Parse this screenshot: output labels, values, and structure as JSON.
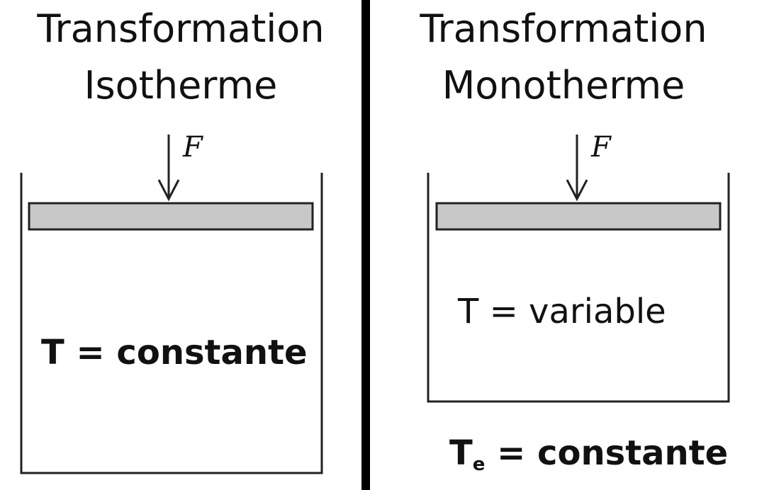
{
  "left": {
    "title_line1": "Transformation",
    "title_line2": "Isotherme",
    "force_label": "F",
    "temperature_label": "T = constante"
  },
  "right": {
    "title_line1": "Transformation",
    "title_line2": "Monotherme",
    "force_label": "F",
    "temperature_label": "T = variable",
    "external_temp_symbol": "T",
    "external_temp_subscript": "e",
    "external_temp_value": "= constante"
  },
  "colors": {
    "piston_fill": "#c8c8c8",
    "stroke": "#222222",
    "divider": "#000000"
  }
}
